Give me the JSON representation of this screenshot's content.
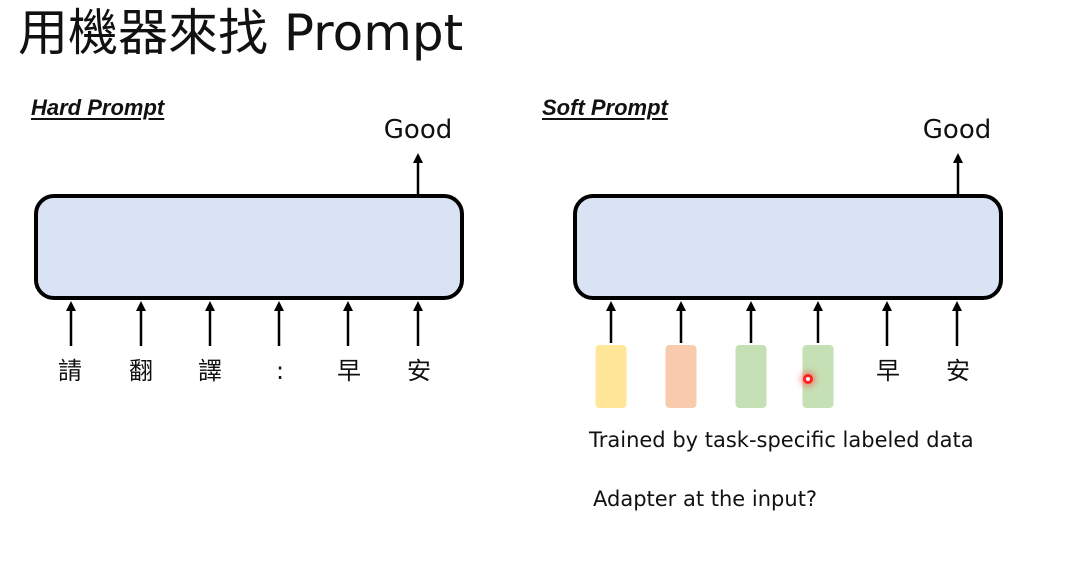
{
  "slide": {
    "title": "用機器來找 Prompt"
  },
  "hard_prompt": {
    "heading": "Hard Prompt",
    "output": "Good",
    "tokens": [
      "請",
      "翻",
      "譯",
      ":",
      "早",
      "安"
    ]
  },
  "soft_prompt": {
    "heading": "Soft Prompt",
    "output": "Good",
    "soft_token_colors": [
      "#ffe699",
      "#f8cbad",
      "#c5e0b4",
      "#c5e0b4"
    ],
    "tokens": [
      "早",
      "安"
    ],
    "caption_trained": "Trained by task-specific labeled data",
    "caption_adapter": "Adapter at the input?"
  },
  "colors": {
    "model_fill": "#dae3f3",
    "pointer": "#ff2020"
  }
}
